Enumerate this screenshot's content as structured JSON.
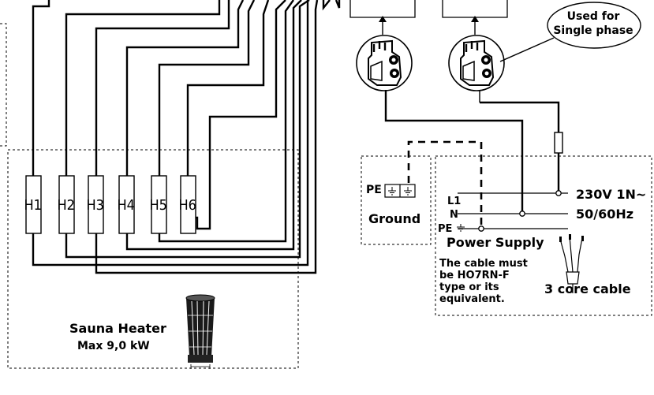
{
  "heaters": [
    "H1",
    "H2",
    "H3",
    "H4",
    "H5",
    "H6"
  ],
  "heater_block": {
    "title": "Sauna Heater",
    "rating": "Max 9,0 kW"
  },
  "ground_block": {
    "pe_label": "PE",
    "title": "Ground"
  },
  "supply_block": {
    "l1": "L1",
    "n": "N",
    "pe": "PE",
    "voltage": "230V 1N~",
    "frequency": "50/60Hz",
    "title": "Power Supply",
    "cable_note": [
      "The cable must",
      "be HO7RN-F",
      "type or its",
      "equivalent."
    ],
    "cable_label": "3 core cable"
  },
  "callout": [
    "Used for",
    "Single phase"
  ],
  "icons": [
    "terminal-clamp-icon",
    "terminal-clamp-icon",
    "ground-symbol-icon",
    "fuse-icon",
    "cable-icon",
    "sauna-heater-icon"
  ]
}
